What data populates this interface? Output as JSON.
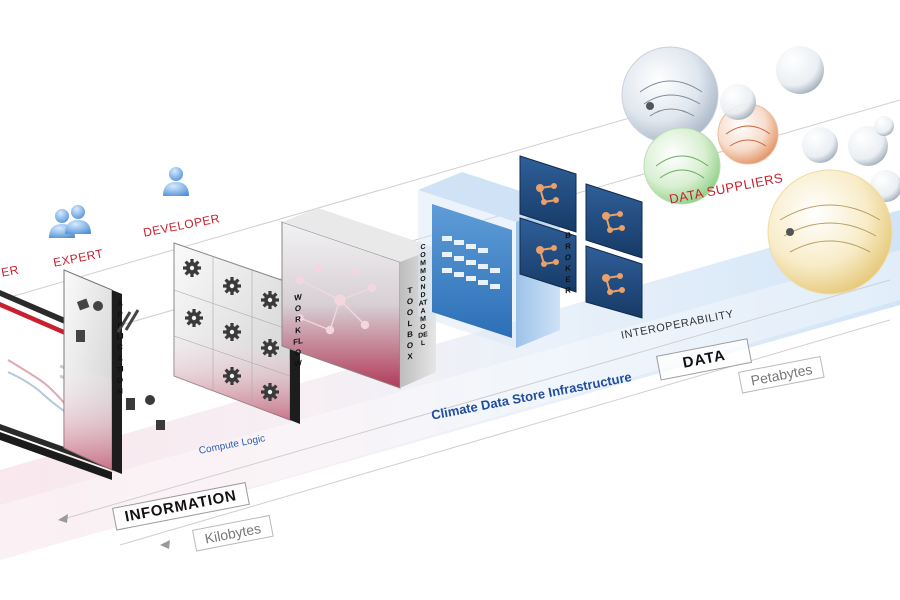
{
  "roles": {
    "user_partial": "ER",
    "expert": "EXPERT",
    "developer": "DEVELOPER"
  },
  "data_suppliers": "DATA SUPPLIERS",
  "interoperability": "INTEROPERABILITY",
  "infrastructure": "Climate Data Store Infrastructure",
  "compute_logic": "Compute Logic",
  "information": "INFORMATION",
  "data": "DATA",
  "kilobytes": "Kilobytes",
  "petabytes": "Petabytes",
  "layers": {
    "application": "APPLICATION",
    "workflow": "WORKFLOW",
    "tools": "TOOLBOX",
    "common_data_model": "COMMON DATA MODEL",
    "broker": "BROKER"
  },
  "colors": {
    "accent_red": "#c8202f",
    "infra_blue": "#1f4e9c",
    "gradient_pink": "#e7b9c6",
    "gradient_blue": "#bcd8f2"
  }
}
